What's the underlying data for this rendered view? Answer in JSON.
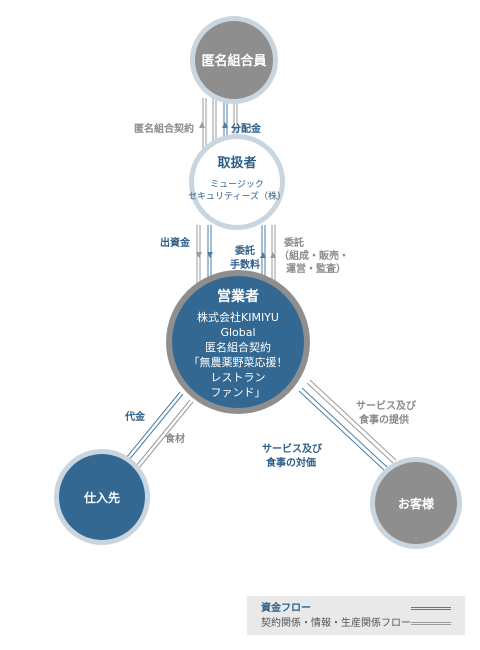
{
  "colors": {
    "money_blue": "#2e5f86",
    "info_gray": "#8a8a8a",
    "node_blue": "#336892",
    "node_gray": "#8e8e8e",
    "ring": "#c9d6e0",
    "label_blue": "#2f5f88",
    "label_gray": "#8b8b8b"
  },
  "nodes": {
    "investors": {
      "title": "匿名組合員"
    },
    "handler": {
      "title": "取扱者",
      "sub1": "ミュージック",
      "sub2": "セキュリティーズ（株）"
    },
    "operator": {
      "title": "営業者",
      "lines": [
        "株式会社KIMIYU",
        "Global",
        "匿名組合契約",
        "「無農薬野菜応援！",
        "レストラン",
        "ファンド」"
      ]
    },
    "supplier": {
      "title": "仕入先"
    },
    "customer": {
      "title": "お客様"
    }
  },
  "flows": {
    "contract": "匿名組合契約",
    "dividend": "分配金",
    "investment": "出資金",
    "commission_1": "委託",
    "commission_2": "手数料",
    "consign_1": "委託",
    "consign_2": "（組成・販売・",
    "consign_3": "運営・監査）",
    "payment": "代金",
    "ingredients": "食材",
    "service_1": "サービス及び",
    "service_2": "食事の提供",
    "cost_1": "サービス及び",
    "cost_2": "食事の対価"
  },
  "legend": {
    "money": "資金フロー",
    "info": "契約関係・情報・生産関係フロー"
  }
}
